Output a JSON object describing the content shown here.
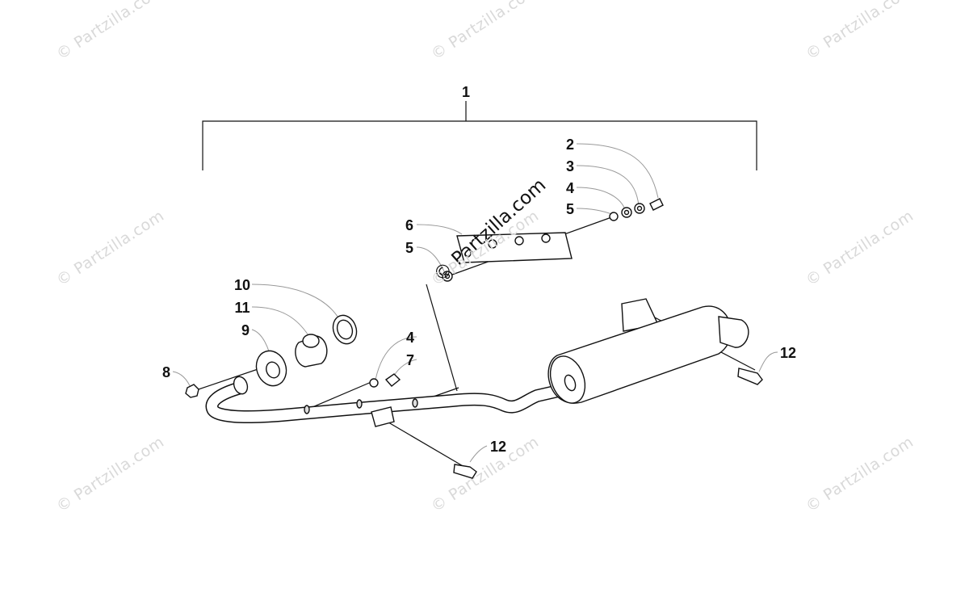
{
  "watermark": {
    "text": "© Partzilla.com",
    "overlay_text": "© Partzilla.com"
  },
  "callouts": {
    "c1": "1",
    "c2": "2",
    "c3": "3",
    "c4a": "4",
    "c5a": "5",
    "c6": "6",
    "c5b": "5",
    "c10": "10",
    "c11": "11",
    "c9": "9",
    "c8": "8",
    "c4b": "4",
    "c7": "7",
    "c12a": "12",
    "c12b": "12"
  }
}
